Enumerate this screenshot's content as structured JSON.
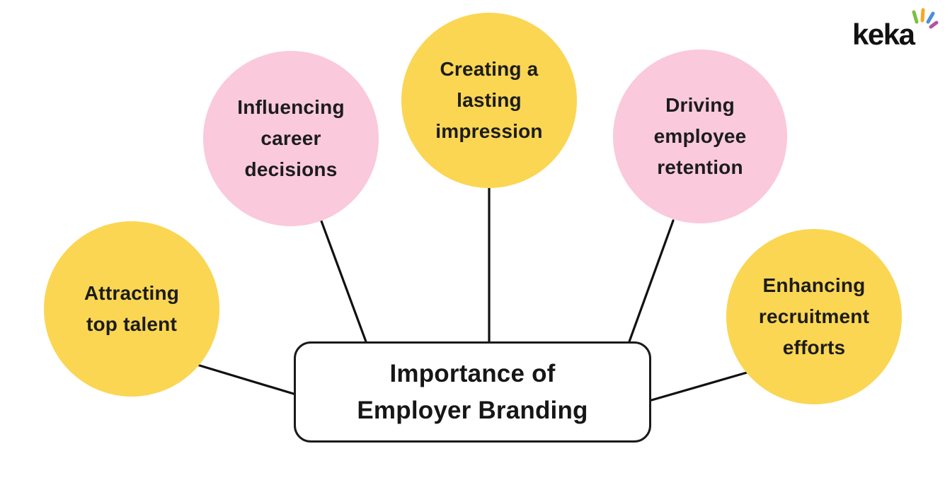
{
  "logo": {
    "text": "keka",
    "ray_colors": [
      "#7AC143",
      "#F7A823",
      "#4A90D9",
      "#B8529E"
    ]
  },
  "diagram": {
    "title": "Importance of\nEmployer Branding",
    "nodes": [
      {
        "id": "attracting-top-talent",
        "label": "Attracting\ntop talent",
        "color": "#FAD653"
      },
      {
        "id": "influencing-career",
        "label": "Influencing\ncareer\ndecisions",
        "color": "#FAC9DC"
      },
      {
        "id": "creating-impression",
        "label": "Creating a\nlasting\nimpression",
        "color": "#FAD653"
      },
      {
        "id": "driving-retention",
        "label": "Driving\nemployee\nretention",
        "color": "#FAC9DC"
      },
      {
        "id": "enhancing-recruitment",
        "label": "Enhancing\nrecruitment\nefforts",
        "color": "#FAD653"
      }
    ],
    "colors": {
      "node_yellow": "#FAD653",
      "node_pink": "#FAC9DC",
      "text": "#1C1C1C",
      "connector": "#111111",
      "box_border": "#1A1A1A",
      "box_background": "#FFFFFF"
    }
  }
}
